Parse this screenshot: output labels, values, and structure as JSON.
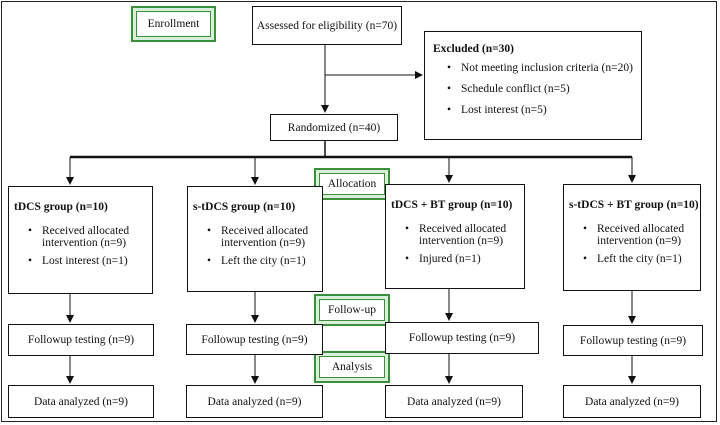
{
  "stages": {
    "enrollment": "Enrollment",
    "allocation": "Allocation",
    "followup": "Follow-up",
    "analysis": "Analysis"
  },
  "assessed": "Assessed for eligibility (n=70)",
  "excluded": {
    "title": "Excluded (n=30)",
    "items": [
      "Not meeting inclusion criteria (n=20)",
      "Schedule conflict (n=5)",
      "Lost interest (n=5)"
    ]
  },
  "randomized": "Randomized (n=40)",
  "groups": [
    {
      "title": "tDCS group (n=10)",
      "items": [
        "Received allocated intervention (n=9)",
        "Lost interest (n=1)"
      ],
      "followup": "Followup testing (n=9)",
      "analyzed": "Data analyzed (n=9)"
    },
    {
      "title": "s-tDCS group (n=10)",
      "items": [
        "Received allocated intervention (n=9)",
        "Left the city (n=1)"
      ],
      "followup": "Followup testing (n=9)",
      "analyzed": "Data analyzed (n=9)"
    },
    {
      "title": "tDCS + BT group (n=10)",
      "items": [
        "Received allocated intervention (n=9)",
        "Injured (n=1)"
      ],
      "followup": "Followup testing (n=9)",
      "analyzed": "Data analyzed (n=9)"
    },
    {
      "title": "s-tDCS + BT group (n=10)",
      "items": [
        "Received allocated intervention (n=9)",
        "Left the city (n=1)"
      ],
      "followup": "Followup testing (n=9)",
      "analyzed": "Data analyzed (n=9)"
    }
  ]
}
